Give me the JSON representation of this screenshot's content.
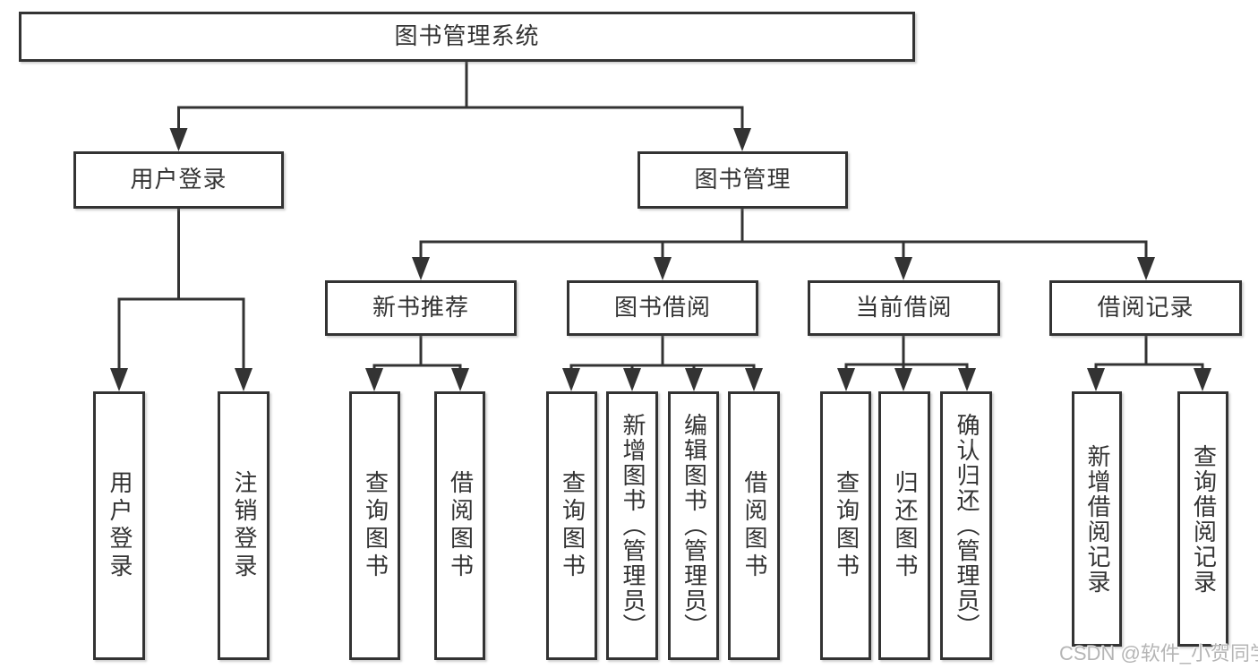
{
  "tree": {
    "label": "图书管理系统",
    "children": [
      {
        "label": "用户登录",
        "children": [
          {
            "label": "用户登录"
          },
          {
            "label": "注销登录"
          }
        ]
      },
      {
        "label": "图书管理",
        "children": [
          {
            "label": "新书推荐",
            "children": [
              {
                "label": "查询图书"
              },
              {
                "label": "借阅图书"
              }
            ]
          },
          {
            "label": "图书借阅",
            "children": [
              {
                "label": "查询图书"
              },
              {
                "label": "新增图书（管理员）"
              },
              {
                "label": "编辑图书（管理员）"
              },
              {
                "label": "借阅图书"
              }
            ]
          },
          {
            "label": "当前借阅",
            "children": [
              {
                "label": "查询图书"
              },
              {
                "label": "归还图书"
              },
              {
                "label": "确认归还（管理员）"
              }
            ]
          },
          {
            "label": "借阅记录",
            "children": [
              {
                "label": "新增借阅记录"
              },
              {
                "label": "查询借阅记录"
              }
            ]
          }
        ]
      }
    ]
  },
  "watermark": {
    "text": "CSDN @软件_小贺同学"
  },
  "colors": {
    "line": "#333333",
    "text": "#333333",
    "background": "#ffffff",
    "watermark": "#b5b5b5"
  }
}
